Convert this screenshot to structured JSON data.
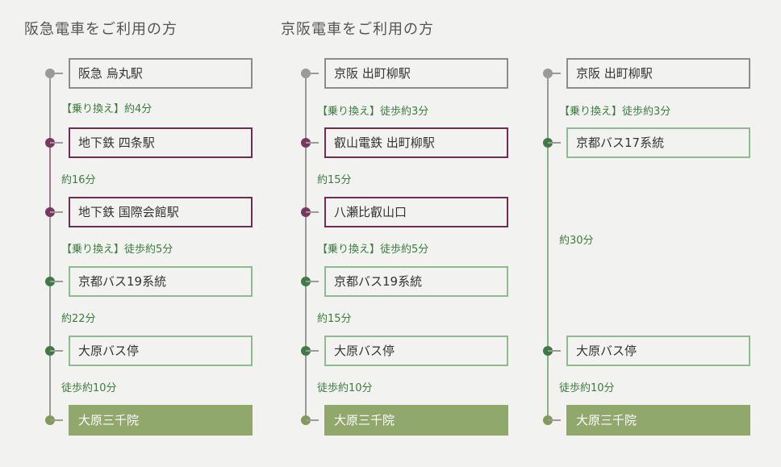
{
  "headings": [
    "阪急電車をご利用の方",
    "京阪電車をご利用の方"
  ],
  "routes": [
    {
      "stations": [
        "阪急 烏丸駅",
        "地下鉄 四条駅",
        "地下鉄 国際会館駅",
        "京都バス19系統",
        "大原バス停",
        "大原三千院"
      ],
      "notes": [
        "【乗り換え】約4分",
        "約16分",
        "【乗り換え】徒歩約5分",
        "約22分",
        "徒歩約10分"
      ]
    },
    {
      "stations": [
        "京阪 出町柳駅",
        "叡山電鉄 出町柳駅",
        "八瀬比叡山口",
        "京都バス19系統",
        "大原バス停",
        "大原三千院"
      ],
      "notes": [
        "【乗り換え】徒歩約3分",
        "約15分",
        "【乗り換え】徒歩約5分",
        "約15分",
        "徒歩約10分"
      ]
    },
    {
      "stations": [
        "京阪 出町柳駅",
        "京都バス17系統",
        "大原バス停",
        "大原三千院"
      ],
      "notes": [
        "【乗り換え】徒歩約3分",
        "約30分",
        "徒歩約10分"
      ]
    }
  ],
  "colors": {
    "gray": "#8c8c8c",
    "purple": "#6f2c52",
    "green": "#8fba90",
    "final": "#91a86c",
    "note_text": "#3b7d3b"
  }
}
